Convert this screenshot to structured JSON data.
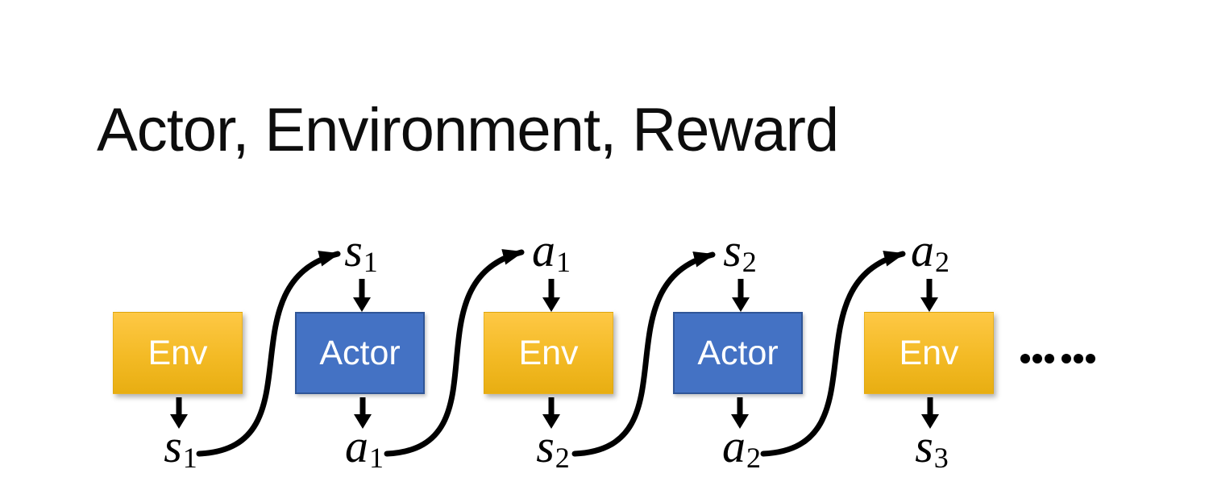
{
  "slide": {
    "title": "Actor, Environment, Reward"
  },
  "diagram": {
    "boxes": [
      {
        "label": "Env",
        "role": "environment"
      },
      {
        "label": "Actor",
        "role": "actor"
      },
      {
        "label": "Env",
        "role": "environment"
      },
      {
        "label": "Actor",
        "role": "actor"
      },
      {
        "label": "Env",
        "role": "environment"
      }
    ],
    "top_labels": [
      {
        "base": "s",
        "sub": "1"
      },
      {
        "base": "a",
        "sub": "1"
      },
      {
        "base": "s",
        "sub": "2"
      },
      {
        "base": "a",
        "sub": "2"
      }
    ],
    "bottom_labels": [
      {
        "base": "s",
        "sub": "1"
      },
      {
        "base": "a",
        "sub": "1"
      },
      {
        "base": "s",
        "sub": "2"
      },
      {
        "base": "a",
        "sub": "2"
      },
      {
        "base": "s",
        "sub": "3"
      }
    ],
    "ellipsis": "……"
  },
  "colors": {
    "background": "#FFFFFF",
    "title_text": "#0D0D0D",
    "env_gradient_top": "#FEC845",
    "env_gradient_mid": "#F3BA25",
    "env_gradient_bottom": "#E8AE12",
    "actor_fill": "#4472C4",
    "actor_border": "#2F5597",
    "box_text": "#FFFFFF",
    "arrow": "#000000",
    "label_text": "#000000"
  }
}
